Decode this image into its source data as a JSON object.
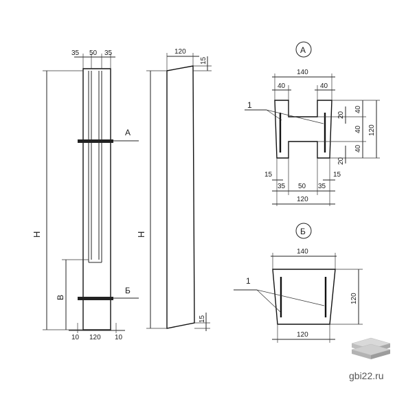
{
  "drawing": {
    "front_view": {
      "top_dims": [
        "35",
        "50",
        "35"
      ],
      "height_label": "H",
      "sub_height_label": "B",
      "section_marks": [
        "А",
        "Б"
      ],
      "bottom_dims": [
        "10",
        "120",
        "10"
      ]
    },
    "side_view": {
      "top_dim": "120",
      "top_offset": "15",
      "height_label": "H",
      "bottom_offset": "15"
    },
    "section_a": {
      "marker": "А",
      "top_width": "140",
      "flange_dims": [
        "40",
        "40"
      ],
      "rebar_callout": "1",
      "right_dims": [
        "40",
        "40",
        "40"
      ],
      "right_small_dims": [
        "20",
        "20"
      ],
      "overall_height": "120",
      "side_dims": [
        "15",
        "15"
      ],
      "bottom_dims": [
        "35",
        "50",
        "35"
      ],
      "bottom_width": "120"
    },
    "section_b": {
      "marker": "Б",
      "top_width": "140",
      "rebar_callout": "1",
      "height": "120",
      "bottom_width": "120"
    }
  },
  "watermark": {
    "site": "gbi22.ru"
  }
}
